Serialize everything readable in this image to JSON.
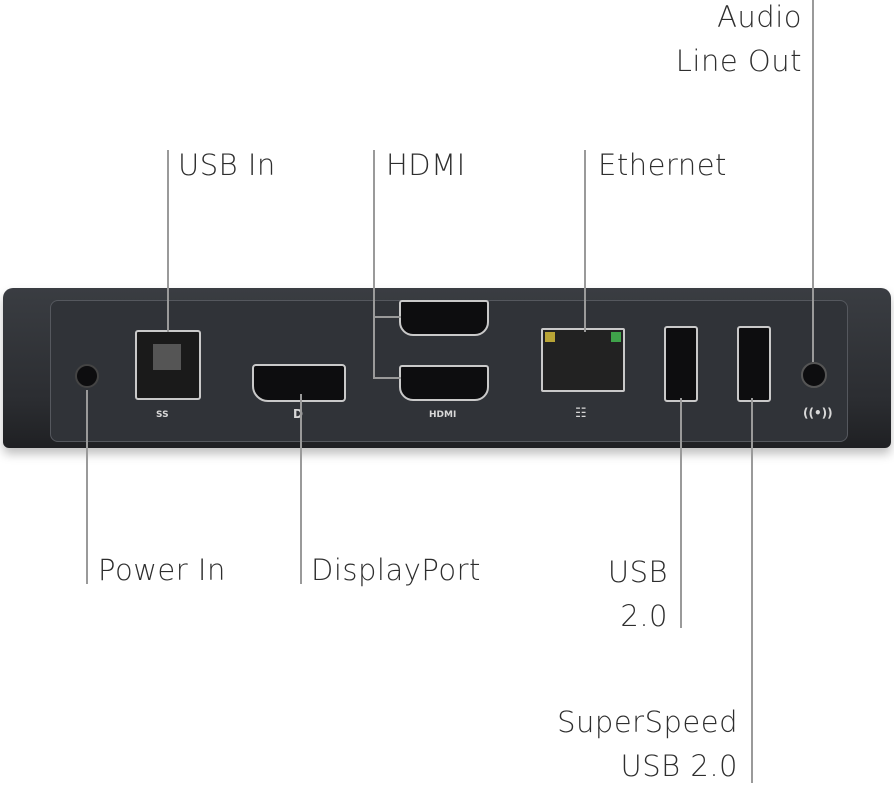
{
  "labels": {
    "audio_line_out": [
      "Audio",
      "Line Out"
    ],
    "usb_in": "USB In",
    "hdmi": "HDMI",
    "ethernet": "Ethernet",
    "power_in": "Power In",
    "displayport": "DisplayPort",
    "usb_2_0": [
      "USB",
      "2.0"
    ],
    "superspeed_usb": [
      "SuperSpeed",
      "USB 2.0"
    ]
  },
  "port_marks": {
    "hdmi_logo": "HDMI",
    "usb_in_logo": "SS",
    "dp_logo": "D"
  },
  "colors": {
    "dock": "#2b2d31",
    "leader_line": "#9a9a9a",
    "port_frame": "#c9c9c9",
    "led_green": "#3fa34a",
    "led_yellow": "#b8a436"
  }
}
